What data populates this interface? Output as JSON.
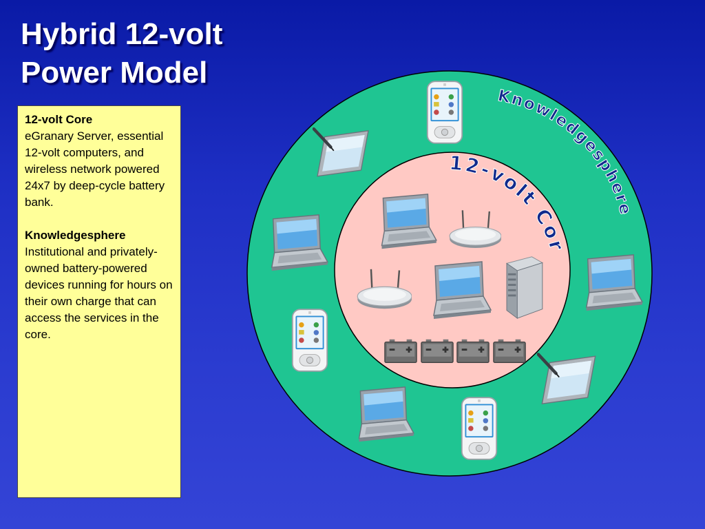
{
  "title": {
    "line1": "Hybrid 12-volt",
    "line2": "Power Model"
  },
  "textbox": {
    "core_heading": "12-volt Core",
    "core_body": "eGranary Server, essential 12-volt computers, and wireless network powered 24x7 by deep-cycle battery bank.",
    "sphere_heading": "Knowledgesphere",
    "sphere_body": "Institutional and privately-owned battery-powered devices running for hours on their own charge that can access the services in the core."
  },
  "diagram": {
    "outer_label": "Knowledgesphere",
    "inner_label": "12-volt Core",
    "colors": {
      "outer_ring": "#1fc592",
      "inner_core": "#ffc9c4",
      "textbox": "#ffff99"
    }
  }
}
